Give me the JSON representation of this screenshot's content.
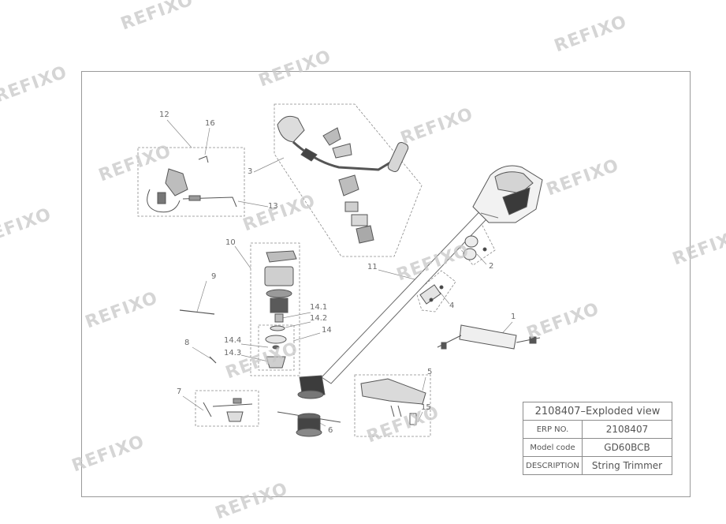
{
  "watermarks": [
    "REFIXO",
    "REFIXO",
    "REFIXO",
    "REFIXO",
    "REFIXO",
    "REFIXO",
    "REFIXO",
    "REFIXO",
    "REFIXO",
    "REFIXO",
    "REFIXO",
    "REFIXO",
    "REFIXO",
    "REFIXO",
    "REFIXO",
    "REFIXO",
    "REFIXO",
    "REFIXO"
  ],
  "callouts": [
    "12",
    "16",
    "3",
    "13",
    "10",
    "11",
    "2",
    "9",
    "4",
    "14.1",
    "14.2",
    "14",
    "14.4",
    "14.3",
    "8",
    "1",
    "5",
    "15",
    "7",
    "6"
  ],
  "info": {
    "header": "2108407–Exploded view",
    "rows": [
      {
        "key": "ERP NO.",
        "value": "2108407"
      },
      {
        "key": "Model code",
        "value": "GD60BCB"
      },
      {
        "key": "DESCRIPTION",
        "value": "String Trimmer"
      }
    ]
  }
}
